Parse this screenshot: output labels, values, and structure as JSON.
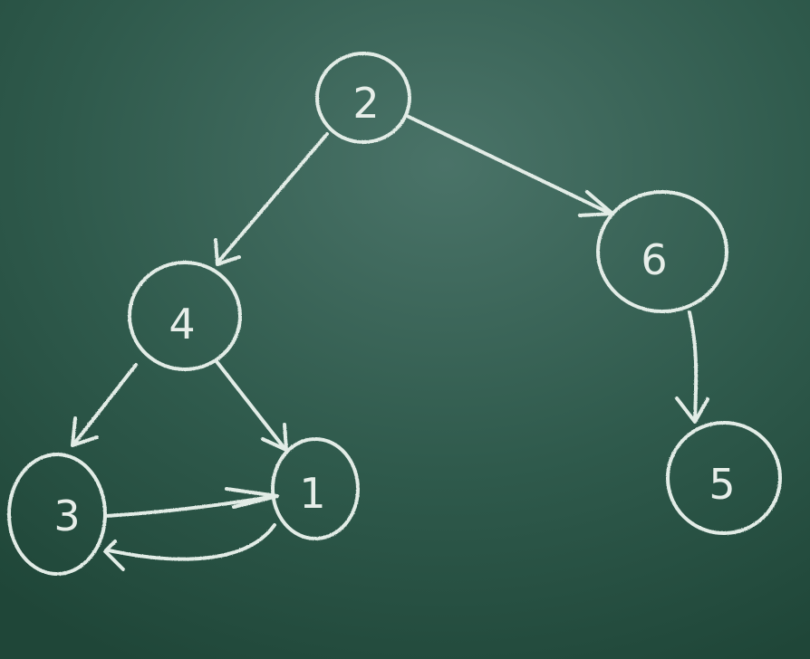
{
  "colors": {
    "board": "#2f5a4c",
    "board_light": "#4a7368",
    "board_dark": "#1f4638",
    "chalk": "#e2ece6"
  },
  "nodes": [
    {
      "id": "2",
      "label": "2"
    },
    {
      "id": "4",
      "label": "4"
    },
    {
      "id": "6",
      "label": "6"
    },
    {
      "id": "3",
      "label": "3"
    },
    {
      "id": "1",
      "label": "1"
    },
    {
      "id": "5",
      "label": "5"
    }
  ],
  "edges": [
    {
      "from": "2",
      "to": "4"
    },
    {
      "from": "2",
      "to": "6"
    },
    {
      "from": "4",
      "to": "3"
    },
    {
      "from": "4",
      "to": "1"
    },
    {
      "from": "3",
      "to": "1"
    },
    {
      "from": "1",
      "to": "3"
    },
    {
      "from": "6",
      "to": "5"
    }
  ]
}
